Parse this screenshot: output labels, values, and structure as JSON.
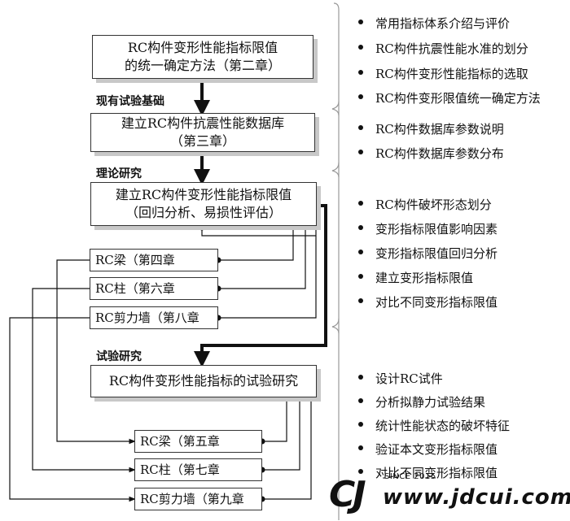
{
  "boxes": {
    "ch2_line1": "RC构件变形性能指标限值",
    "ch2_line2": "的统一确定方法（第二章）",
    "ch3_line1": "建立RC构件抗震性能数据库",
    "ch3_line2": "（第三章）",
    "limit_line1": "建立RC构件变形性能指标限值",
    "limit_line2": "（回归分析、易损性评估）",
    "beam4": "RC梁（第四章",
    "col6": "RC柱（第六章",
    "wall8": "RC剪力墙（第八章",
    "test": "RC构件变形性能指标的试验研究",
    "beam5": "RC梁（第五章",
    "col7": "RC柱（第七章",
    "wall9": "RC剪力墙（第九章"
  },
  "sections": {
    "existing": "现有试验基础",
    "theory": "理论研究",
    "experiment": "试验研究"
  },
  "bullets": {
    "group1": [
      "常用指标体系介绍与评价",
      "RC构件抗震性能水准的划分",
      "RC构件变形性能指标的选取",
      "RC构件变形限值统一确定方法"
    ],
    "group2": [
      "RC构件数据库参数说明",
      "RC构件数据库参数分布"
    ],
    "group3": [
      "RC构件破坏形态划分",
      "变形指标限值影响因素",
      "变形指标限值回归分析",
      "建立变形指标限值",
      "对比不同变形指标限值"
    ],
    "group4": [
      "设计RC试件",
      "分析拟静力试验结果",
      "统计性能状态的破坏特征",
      "验证本文变形指标限值",
      "对比不同变形指标限值"
    ]
  },
  "watermark": {
    "logo": "CJ",
    "since": "SINCE 2015",
    "url": "www.jdcui.com"
  }
}
